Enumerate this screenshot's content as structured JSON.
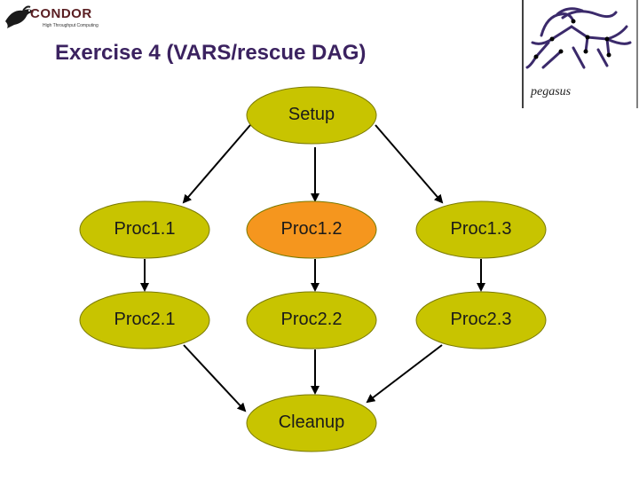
{
  "header": {
    "title": "Exercise 4 (VARS/rescue DAG)",
    "condor_logo": {
      "wordmark": "CONDOR",
      "tagline": "High Throughput Computing"
    },
    "pegasus_logo": {
      "wordmark": "pegasus"
    }
  },
  "diagram": {
    "node_fill": "#c8c400",
    "highlight_fill": "#f5961e",
    "outline_color": "#7a7a00",
    "edge_color": "#000000",
    "nodes": [
      {
        "id": "setup",
        "label": "Setup",
        "highlighted": false
      },
      {
        "id": "proc1-1",
        "label": "Proc1.1",
        "highlighted": false
      },
      {
        "id": "proc1-2",
        "label": "Proc1.2",
        "highlighted": true
      },
      {
        "id": "proc1-3",
        "label": "Proc1.3",
        "highlighted": false
      },
      {
        "id": "proc2-1",
        "label": "Proc2.1",
        "highlighted": false
      },
      {
        "id": "proc2-2",
        "label": "Proc2.2",
        "highlighted": false
      },
      {
        "id": "proc2-3",
        "label": "Proc2.3",
        "highlighted": false
      },
      {
        "id": "cleanup",
        "label": "Cleanup",
        "highlighted": false
      }
    ],
    "edges": [
      [
        "setup",
        "proc1-1"
      ],
      [
        "setup",
        "proc1-2"
      ],
      [
        "setup",
        "proc1-3"
      ],
      [
        "proc1-1",
        "proc2-1"
      ],
      [
        "proc1-2",
        "proc2-2"
      ],
      [
        "proc1-3",
        "proc2-3"
      ],
      [
        "proc2-1",
        "cleanup"
      ],
      [
        "proc2-2",
        "cleanup"
      ],
      [
        "proc2-3",
        "cleanup"
      ]
    ]
  }
}
